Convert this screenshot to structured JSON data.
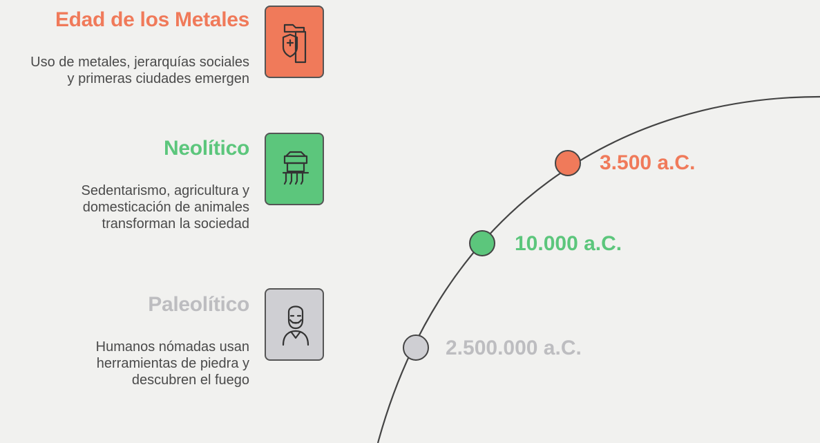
{
  "colors": {
    "metales": "#f07a5a",
    "neolitico": "#5cc67c",
    "paleolitico": "#bdbdc0",
    "curve": "#444444"
  },
  "eras": [
    {
      "key": "metales",
      "title": "Edad de los Metales",
      "description": "Uso de metales, jerarquías sociales\ny primeras ciudades emergen",
      "date": "3.500 a.C.",
      "icon": "shield-sword-icon"
    },
    {
      "key": "neolitico",
      "title": "Neolítico",
      "description": "Sedentarismo, agricultura y\ndomesticación de animales\ntransforman la sociedad",
      "date": "10.000 a.C.",
      "icon": "plow-icon"
    },
    {
      "key": "paleolitico",
      "title": "Paleolítico",
      "description": "Humanos nómadas usan\nherramientas de piedra y\ndescubren el fuego",
      "date": "2.500.000 a.C.",
      "icon": "caveman-icon"
    }
  ]
}
